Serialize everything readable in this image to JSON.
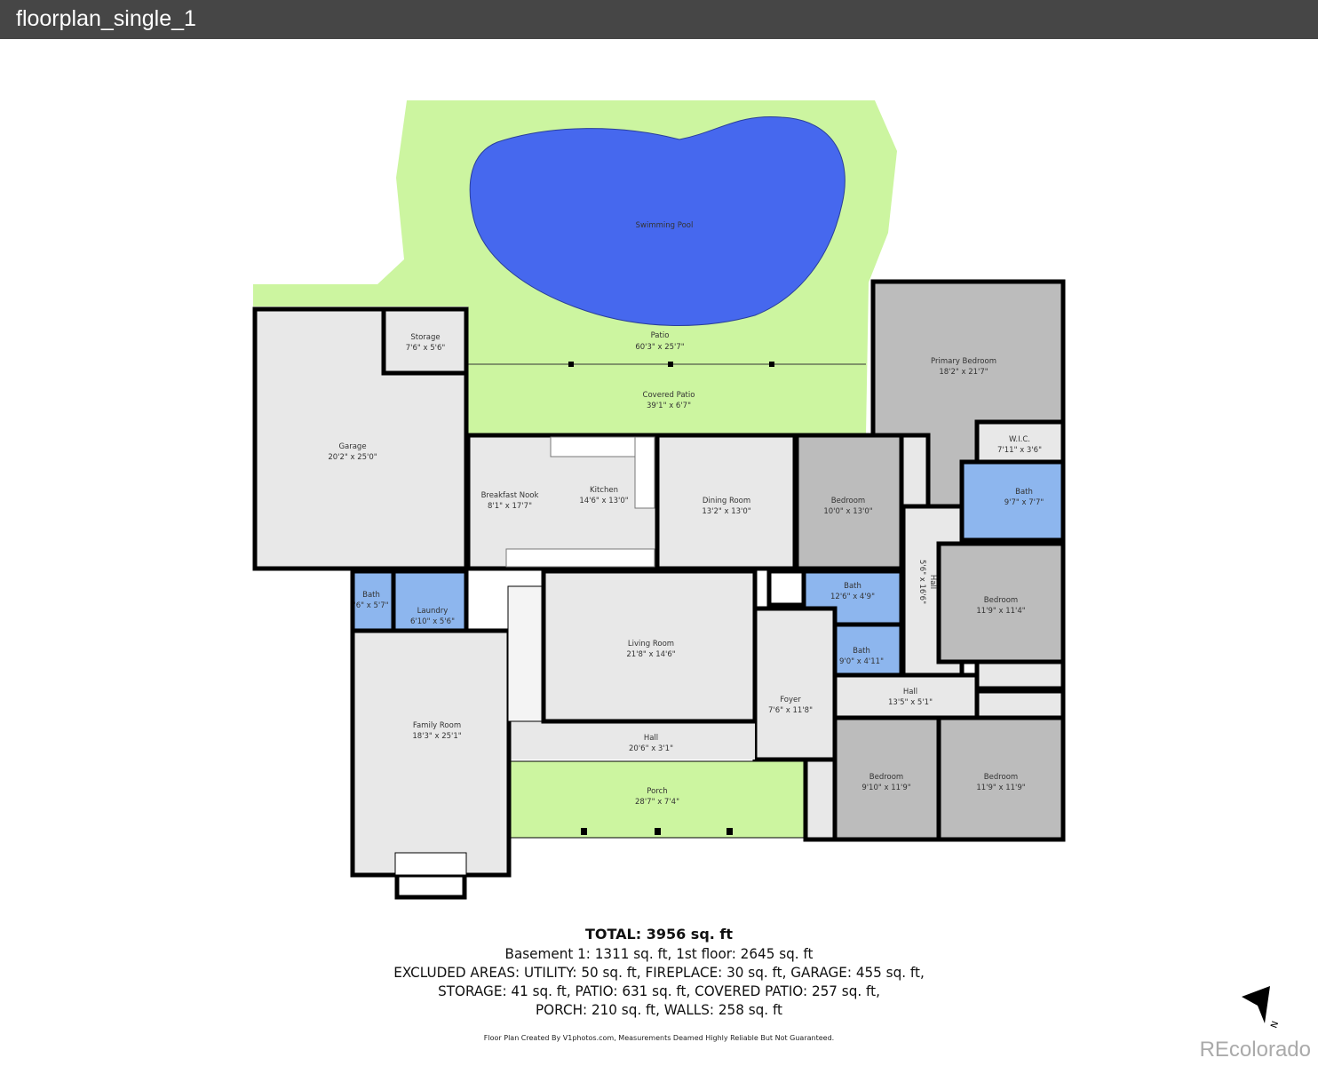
{
  "window": {
    "title": "floorplan_single_1"
  },
  "colors": {
    "lawn": "#ccf5a0",
    "pool": "#4668ee",
    "room_light": "#e8e8e8",
    "bedroom": "#bcbcbc",
    "bath": "#8db6ee",
    "wall": "#000000"
  },
  "rooms": {
    "pool": {
      "name": "Swimming Pool"
    },
    "patio": {
      "name": "Patio",
      "dims": "60'3\" x 25'7\""
    },
    "covered_patio": {
      "name": "Covered Patio",
      "dims": "39'1\" x 6'7\""
    },
    "storage": {
      "name": "Storage",
      "dims": "7'6\" x 5'6\""
    },
    "garage": {
      "name": "Garage",
      "dims": "20'2\" x 25'0\""
    },
    "breakfast": {
      "name": "Breakfast Nook",
      "dims": "8'1\" x 17'7\""
    },
    "kitchen": {
      "name": "Kitchen",
      "dims": "14'6\" x 13'0\""
    },
    "dining": {
      "name": "Dining Room",
      "dims": "13'2\" x 13'0\""
    },
    "bedroom_a": {
      "name": "Bedroom",
      "dims": "10'0\" x 13'0\""
    },
    "primary": {
      "name": "Primary Bedroom",
      "dims": "18'2\" x 21'7\""
    },
    "wic": {
      "name": "W.I.C.",
      "dims": "7'11\" x 3'6\""
    },
    "bath_primary": {
      "name": "Bath",
      "dims": "9'7\" x 7'7\""
    },
    "hall_v": {
      "name": "Hall",
      "dims": "5'6\" x 16'6\""
    },
    "bedroom_b": {
      "name": "Bedroom",
      "dims": "11'9\" x 11'4\""
    },
    "bath_b": {
      "name": "Bath",
      "dims": "12'6\" x 4'9\""
    },
    "bath_c": {
      "name": "Bath",
      "dims": "9'0\" x 4'11\""
    },
    "hall_b": {
      "name": "Hall",
      "dims": "13'5\" x 5'1\""
    },
    "bedroom_c": {
      "name": "Bedroom",
      "dims": "9'10\" x 11'9\""
    },
    "bedroom_d": {
      "name": "Bedroom",
      "dims": "11'9\" x 11'9\""
    },
    "living": {
      "name": "Living Room",
      "dims": "21'8\" x 14'6\""
    },
    "foyer": {
      "name": "Foyer",
      "dims": "7'6\" x 11'8\""
    },
    "hall_a": {
      "name": "Hall",
      "dims": "20'6\" x 3'1\""
    },
    "family": {
      "name": "Family Room",
      "dims": "18'3\" x 25'1\""
    },
    "bath_small": {
      "name": "Bath",
      "dims": "'6\" x 5'7\""
    },
    "laundry": {
      "name": "Laundry",
      "dims": "6'10\" x 5'6\""
    },
    "porch": {
      "name": "Porch",
      "dims": "28'7\" x 7'4\""
    }
  },
  "summary": {
    "total": "TOTAL: 3956 sq. ft",
    "lines": [
      "Basement 1: 1311 sq. ft, 1st floor: 2645 sq. ft",
      "EXCLUDED AREAS: UTILITY: 50 sq. ft, FIREPLACE: 30 sq. ft, GARAGE: 455 sq. ft,",
      "STORAGE: 41 sq. ft, PATIO: 631 sq. ft, COVERED PATIO: 257 sq. ft,",
      "PORCH: 210 sq. ft, WALLS: 258 sq. ft"
    ],
    "credit": "Floor Plan Created By V1photos.com, Measurements Deamed Highly Reliable But Not Guaranteed."
  },
  "compass": {
    "label": "N",
    "icon": "north-arrow-icon"
  },
  "watermark": "REcolorado"
}
